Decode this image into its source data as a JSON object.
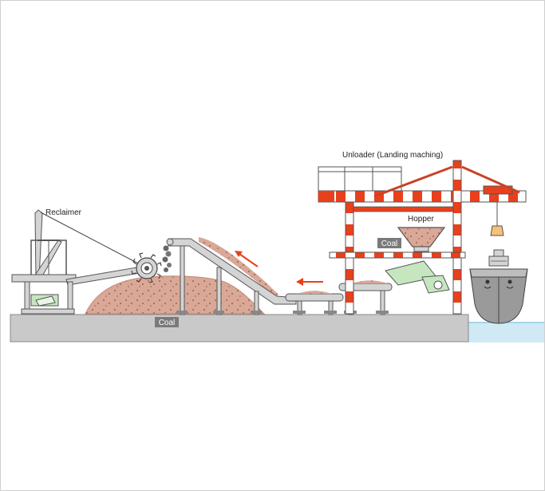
{
  "labels": {
    "reclaimer": "Reclaimer",
    "unloader": "Unloader (Landing maching)",
    "hopper": "Hopper",
    "coal_pile": "Coal",
    "coal_hopper": "Coal"
  },
  "colors": {
    "steel": "#d4d4d4",
    "steel_edge": "#555555",
    "ground": "#c9c9c9",
    "coal": "#d9a896",
    "coal_dots": "#a86e5c",
    "crane_red": "#e8401c",
    "water": "#cfeaf5",
    "arrow": "#e8401c",
    "tag_bg": "#7a7a7a",
    "green": "#c6e6c0",
    "ship": "#9a9a9a"
  }
}
